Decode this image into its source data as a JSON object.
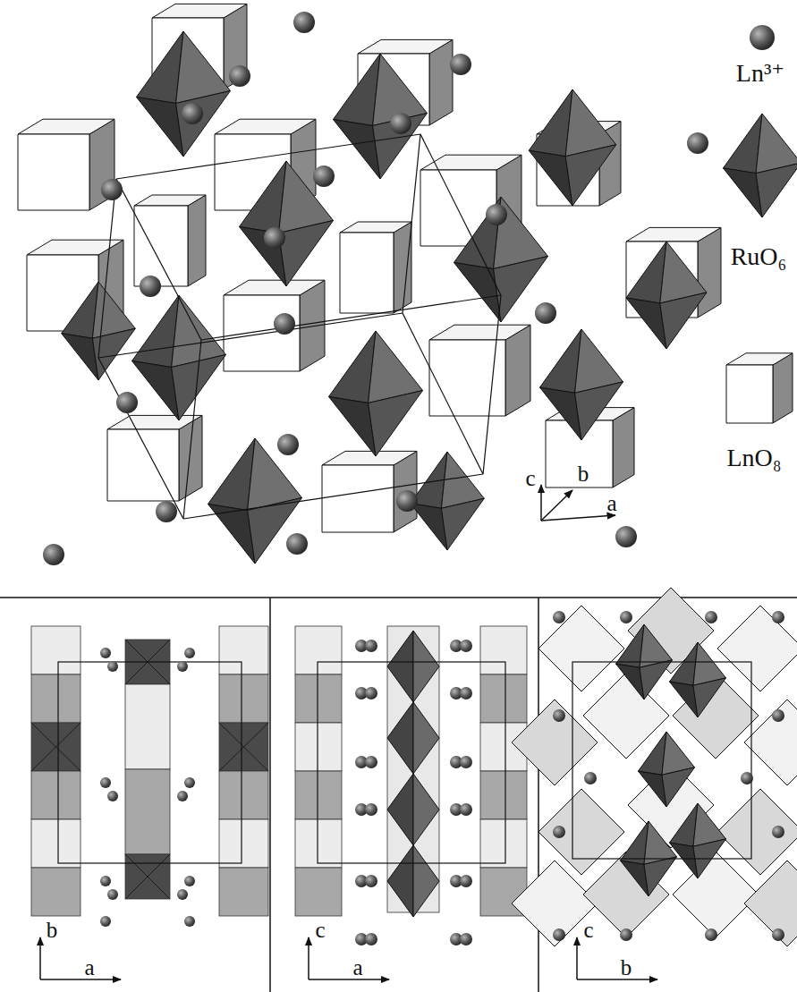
{
  "diagram": {
    "labels": [
      "c",
      "b",
      "a",
      "b",
      "a",
      "c",
      "a",
      "c",
      "b"
    ],
    "legend": [
      {
        "text": "Ln³⁺"
      },
      {
        "text": "RuO₆"
      },
      {
        "text": "LnO₈"
      }
    ]
  }
}
